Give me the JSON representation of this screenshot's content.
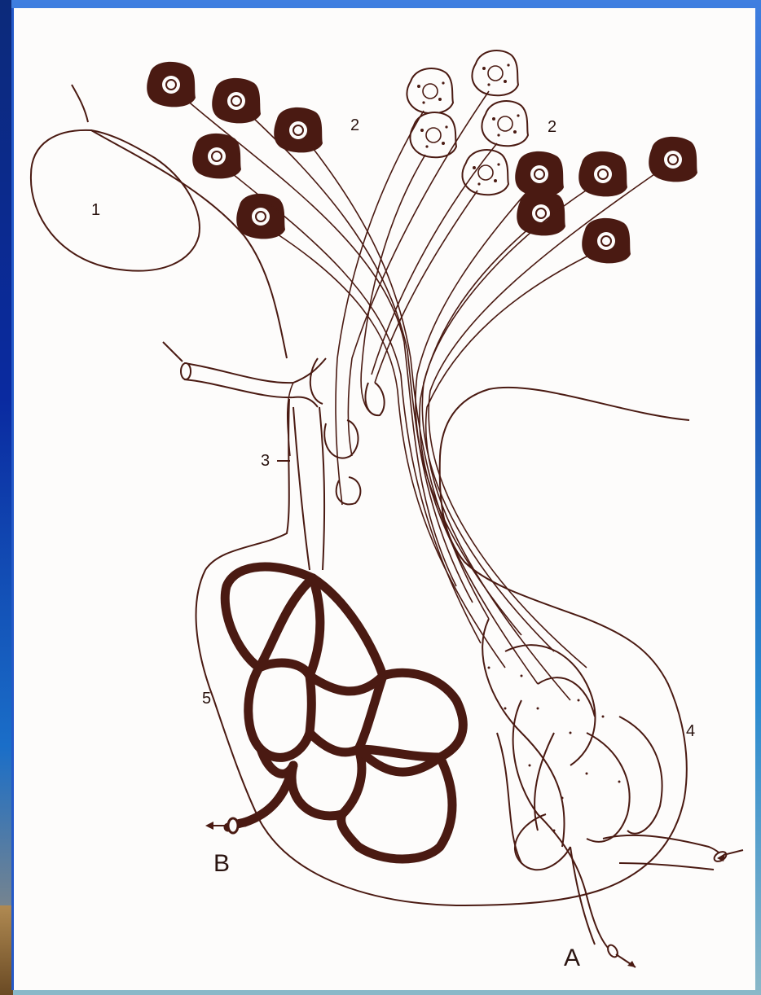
{
  "labels": {
    "one": "1",
    "two_left": "2",
    "two_right": "2",
    "three": "3",
    "four": "4",
    "five": "5",
    "A": "A",
    "B": "B"
  },
  "colors": {
    "ink": "#4a1a12",
    "neuron_dark": "#4a1a12",
    "background_top": "#3f7fe0",
    "paper": "#fdfcfb"
  }
}
